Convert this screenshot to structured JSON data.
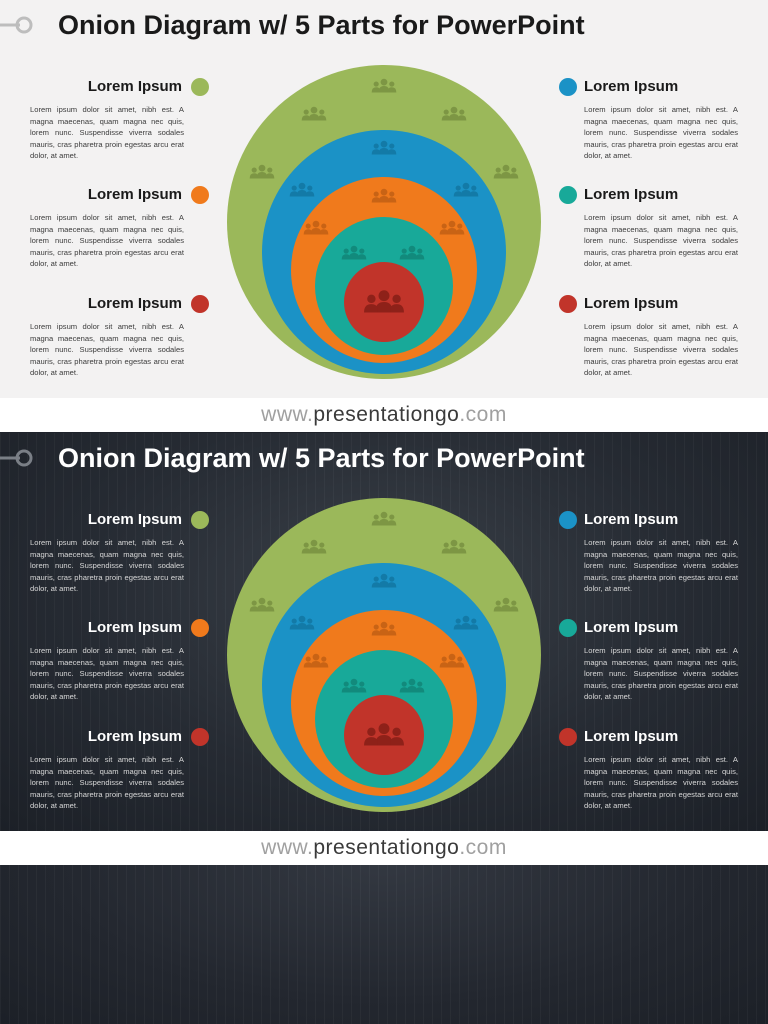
{
  "slide": {
    "title": "Onion Diagram w/ 5 Parts for PowerPoint",
    "items": [
      {
        "label": "Lorem Ipsum",
        "color": "#9bb85a",
        "text": "Lorem ipsum dolor sit amet, nibh est. A magna maecenas, quam magna nec quis, lorem nunc. Suspendisse viverra sodales mauris, cras pharetra proin egestas arcu erat dolor, at amet."
      },
      {
        "label": "Lorem Ipsum",
        "color": "#f07a1c",
        "text": "Lorem ipsum dolor sit amet, nibh est. A magna maecenas, quam magna nec quis, lorem nunc. Suspendisse viverra sodales mauris, cras pharetra proin egestas arcu erat dolor, at amet."
      },
      {
        "label": "Lorem Ipsum",
        "color": "#c1342a",
        "text": "Lorem ipsum dolor sit amet, nibh est. A magna maecenas, quam magna nec quis, lorem nunc. Suspendisse viverra sodales mauris, cras pharetra proin egestas arcu erat dolor, at amet."
      },
      {
        "label": "Lorem Ipsum",
        "color": "#1b92c6",
        "text": "Lorem ipsum dolor sit amet, nibh est. A magna maecenas, quam magna nec quis, lorem nunc. Suspendisse viverra sodales mauris, cras pharetra proin egestas arcu erat dolor, at amet."
      },
      {
        "label": "Lorem Ipsum",
        "color": "#18a999",
        "text": "Lorem ipsum dolor sit amet, nibh est. A magna maecenas, quam magna nec quis, lorem nunc. Suspendisse viverra sodales mauris, cras pharetra proin egestas arcu erat dolor, at amet."
      },
      {
        "label": "Lorem Ipsum",
        "color": "#c1342a",
        "text": "Lorem ipsum dolor sit amet, nibh est. A magna maecenas, quam magna nec quis, lorem nunc. Suspendisse viverra sodales mauris, cras pharetra proin egestas arcu erat dolor, at amet."
      }
    ],
    "rings": [
      "#9bb85a",
      "#1b92c6",
      "#f07a1c",
      "#18a999",
      "#c1342a"
    ],
    "icon": "people-group-icon"
  },
  "banner": {
    "prefix": "www.",
    "brand": "presentationgo",
    "suffix": ".com"
  }
}
